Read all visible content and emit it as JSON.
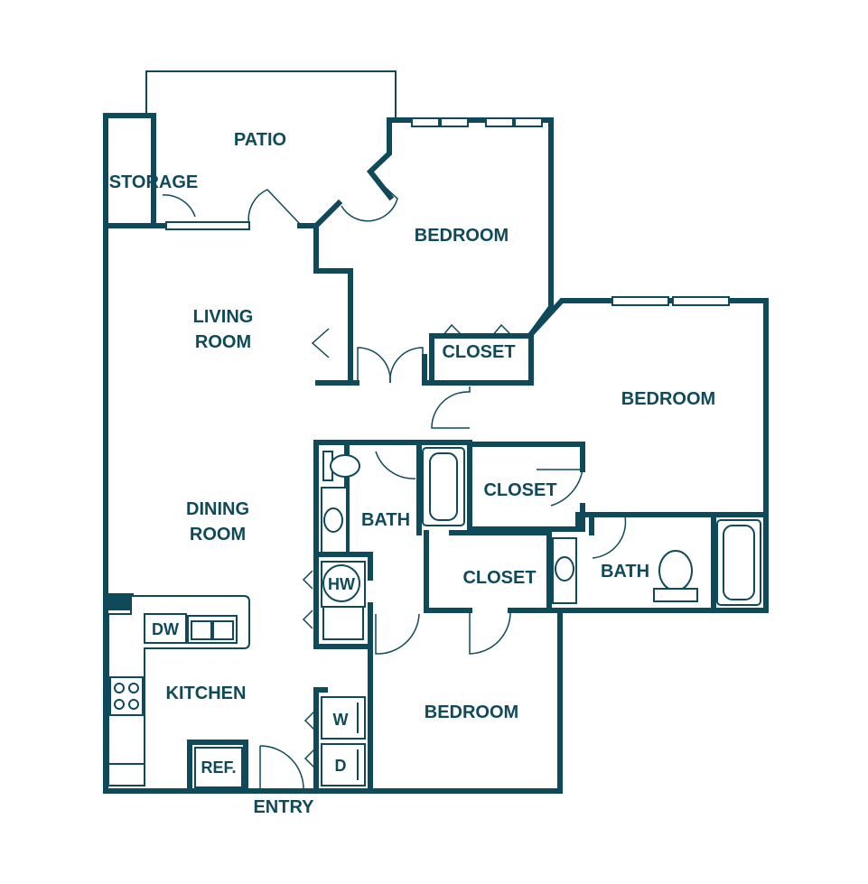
{
  "rooms": {
    "patio": "PATIO",
    "storage": "STORAGE",
    "bedroom_master": "BEDROOM",
    "living_line1": "LIVING",
    "living_line2": "ROOM",
    "closet_master": "CLOSET",
    "bedroom_right": "BEDROOM",
    "dining_line1": "DINING",
    "dining_line2": "ROOM",
    "bath_left": "BATH",
    "closet_mid": "CLOSET",
    "closet_lower": "CLOSET",
    "bath_right": "BATH",
    "kitchen": "KITCHEN",
    "bedroom_bottom": "BEDROOM",
    "entry": "ENTRY"
  },
  "appliances": {
    "dishwasher": "DW",
    "water_heater": "HW",
    "refrigerator": "REF.",
    "washer": "W",
    "dryer": "D"
  },
  "colors": {
    "wall": "#0f4a5a",
    "background": "#ffffff"
  }
}
